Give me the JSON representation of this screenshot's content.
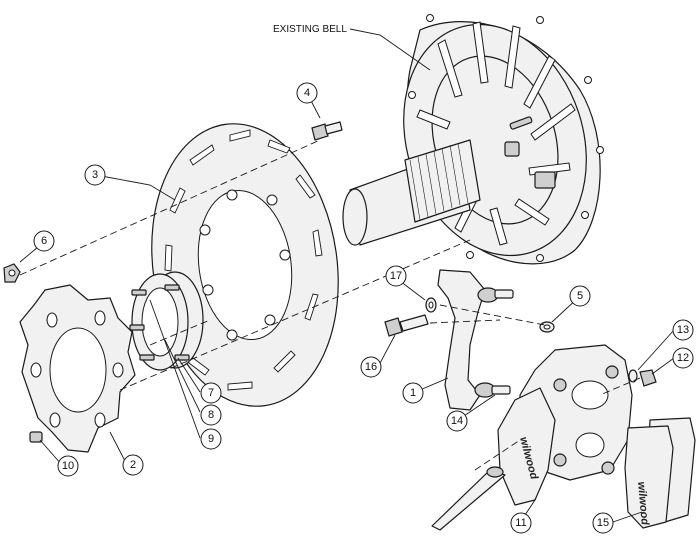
{
  "diagram": {
    "label_existing_bell": "EXISTING BELL",
    "callouts": {
      "c1": "1",
      "c2": "2",
      "c3": "3",
      "c4": "4",
      "c5": "5",
      "c6": "6",
      "c7": "7",
      "c8": "8",
      "c9": "9",
      "c10": "10",
      "c11": "11",
      "c12": "12",
      "c13": "13",
      "c14": "14",
      "c15": "15",
      "c16": "16",
      "c17": "17"
    },
    "logos": {
      "caliper": "wilwood",
      "pad": "wilwood"
    }
  }
}
